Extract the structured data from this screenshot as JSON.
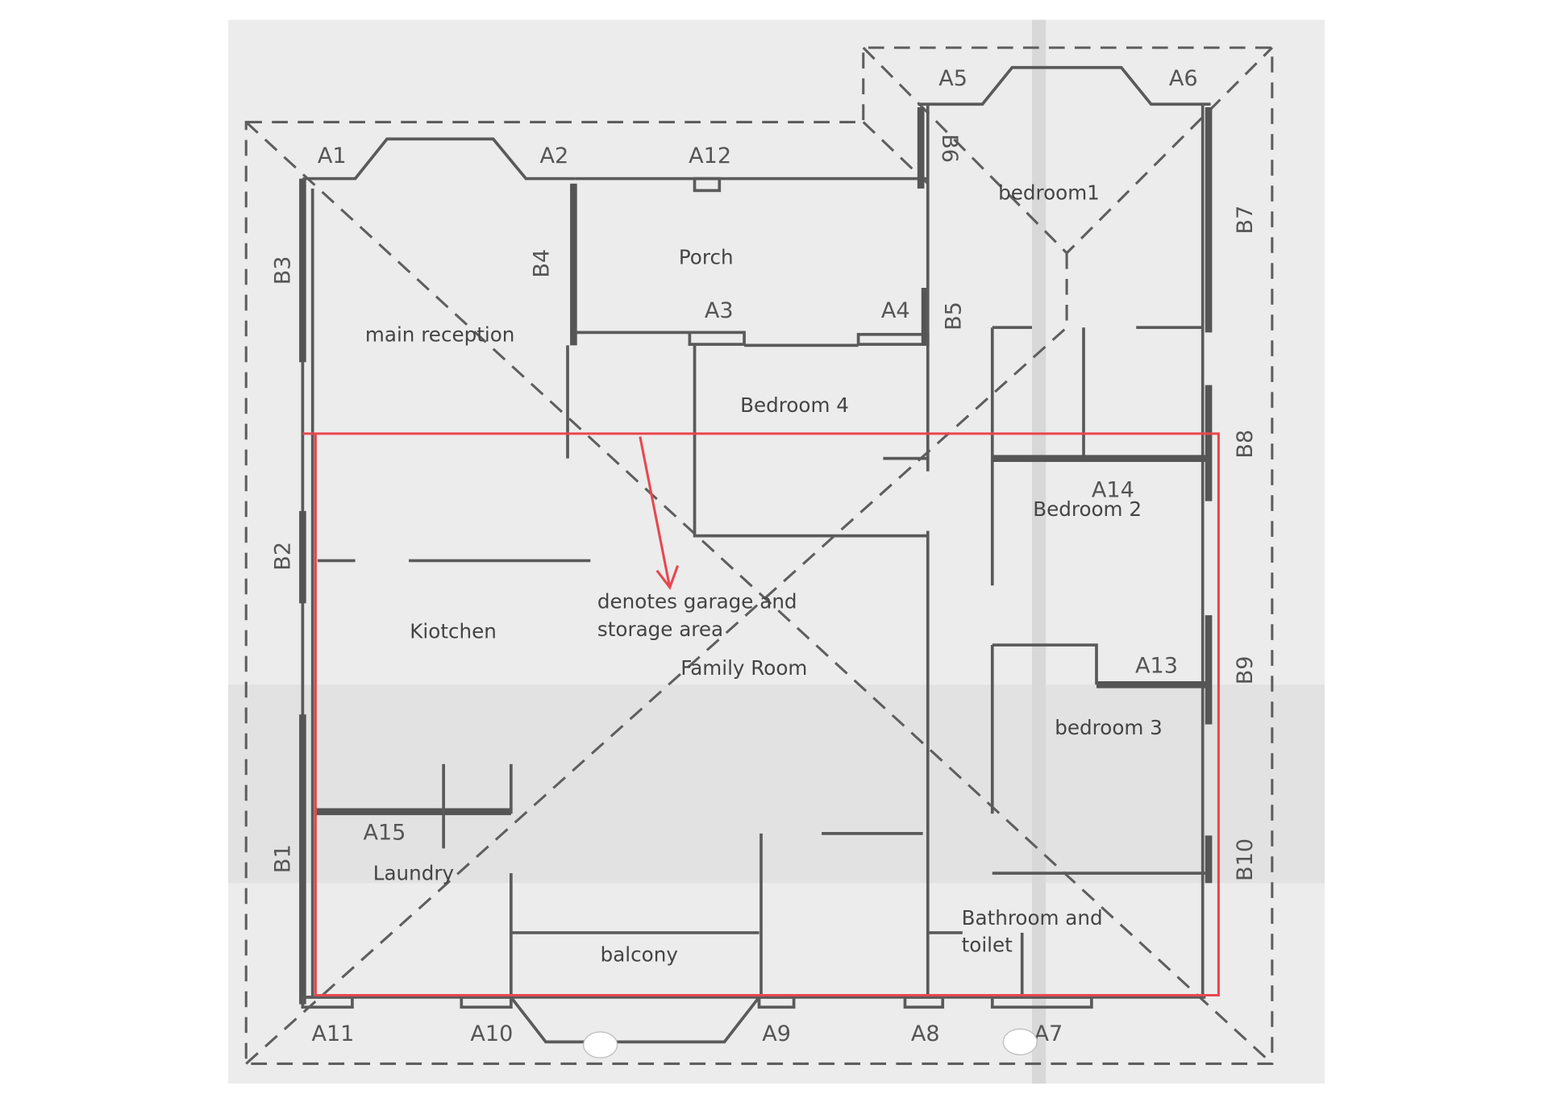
{
  "title": "Floor plan",
  "colors": {
    "paper": "#ececec",
    "wall": "#555555",
    "annotation": "#e8474f"
  },
  "rooms": {
    "main_reception": "main reception",
    "porch": "Porch",
    "bedroom1": "bedroom1",
    "bedroom4": "Bedroom 4",
    "bedroom2": "Bedroom 2",
    "bedroom3": "bedroom 3",
    "kitchen": "Kiotchen",
    "family_room": "Family Room",
    "laundry": "Laundry",
    "balcony": "balcony",
    "bathroom_line1": "Bathroom and",
    "bathroom_line2": "toilet"
  },
  "annotation": {
    "line1": "denotes garage and",
    "line2": "storage area"
  },
  "codes": {
    "A1": "A1",
    "A2": "A2",
    "A3": "A3",
    "A4": "A4",
    "A5": "A5",
    "A6": "A6",
    "A7": "A7",
    "A8": "A8",
    "A9": "A9",
    "A10": "A10",
    "A11": "A11",
    "A12": "A12",
    "A13": "A13",
    "A14": "A14",
    "A15": "A15",
    "B1": "B1",
    "B2": "B2",
    "B3": "B3",
    "B4": "B4",
    "B5": "B5",
    "B6": "B6",
    "B7": "B7",
    "B8": "B8",
    "B9": "B9",
    "B10": "B10"
  }
}
